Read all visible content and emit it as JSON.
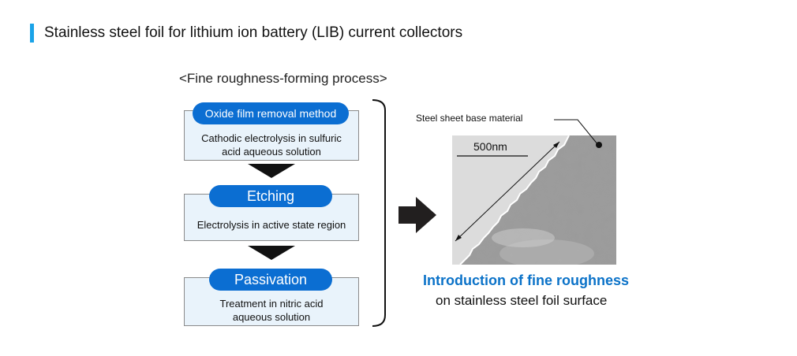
{
  "title": "Stainless steel foil for lithium ion battery (LIB) current collectors",
  "process_heading": "<Fine roughness-forming process>",
  "steps": [
    {
      "name": "Oxide film removal method",
      "description_lines": [
        "Cathodic electrolysis in sulfuric",
        "acid aqueous solution"
      ]
    },
    {
      "name": "Etching",
      "description_lines": [
        "Electrolysis in active state region"
      ]
    },
    {
      "name": "Passivation",
      "description_lines": [
        "Treatment in nitric acid",
        "aqueous solution"
      ]
    }
  ],
  "image": {
    "base_label": "Steel sheet base material",
    "scale_label": "500nm"
  },
  "result": {
    "title": "Introduction of fine roughness",
    "subtitle": "on stainless steel foil surface"
  },
  "colors": {
    "accent_bar": "#1aa3e8",
    "pill_blue": "#0b6ed2",
    "box_fill": "#e9f3fb",
    "result_blue": "#0b72c8"
  }
}
